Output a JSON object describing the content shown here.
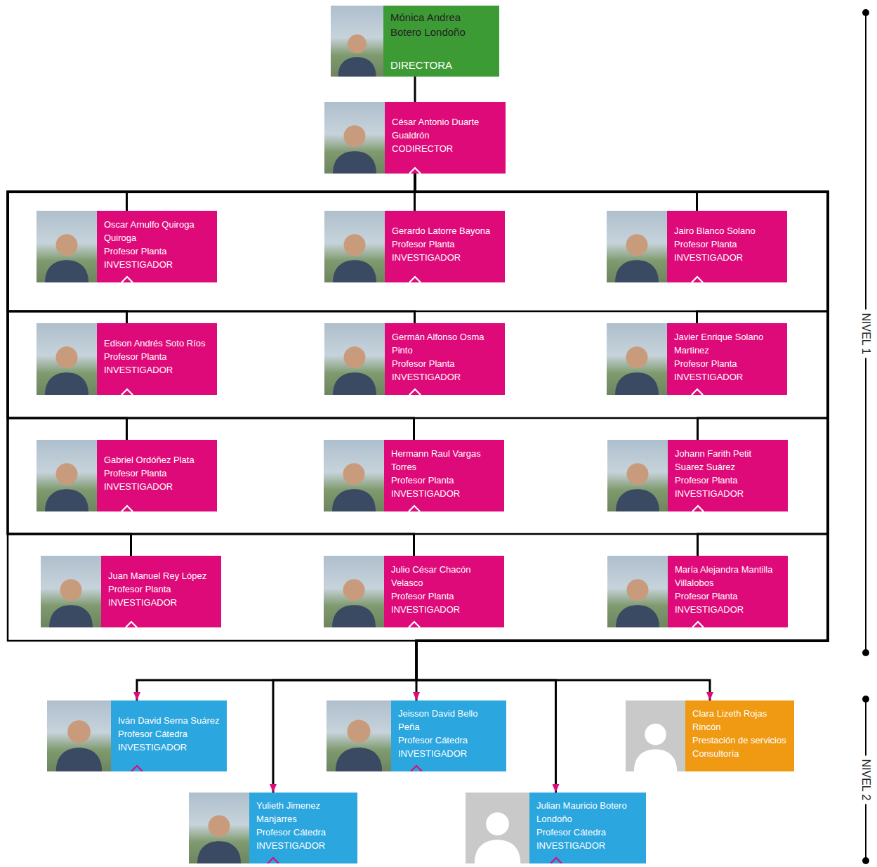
{
  "diagram": {
    "nodes": [
      {
        "text": [
          "Mónica Andrea Botero Londoño",
          "DIRECTORA"
        ]
      },
      {
        "text": [
          "César Antonio Duarte Gualdrón",
          "CODIRECTOR"
        ]
      },
      {
        "text": [
          "Oscar Arnulfo Quiroga Quiroga",
          "Profesor Planta",
          "INVESTIGADOR"
        ]
      },
      {
        "text": [
          "Gerardo Latorre Bayona",
          "Profesor Planta",
          "INVESTIGADOR"
        ]
      },
      {
        "text": [
          "Jairo Blanco Solano",
          "Profesor Planta",
          "INVESTIGADOR"
        ]
      },
      {
        "text": [
          "Edison Andrés Soto Ríos",
          "Profesor Planta",
          "INVESTIGADOR"
        ]
      },
      {
        "text": [
          "Germán Alfonso Osma Pinto",
          "Profesor Planta",
          "INVESTIGADOR"
        ]
      },
      {
        "text": [
          "Javier Enrique Solano Martinez",
          "Profesor Planta",
          "INVESTIGADOR"
        ]
      },
      {
        "text": [
          "Gabriel Ordóñez Plata",
          "Profesor Planta",
          "INVESTIGADOR"
        ]
      },
      {
        "text": [
          "Hermann Raul Vargas Torres",
          "Profesor Planta",
          "INVESTIGADOR"
        ]
      },
      {
        "text": [
          "Johann Farith Petit Suarez Suárez",
          "Profesor Planta",
          "INVESTIGADOR"
        ]
      },
      {
        "text": [
          "Juan Manuel Rey López",
          "Profesor Planta",
          "INVESTIGADOR"
        ]
      },
      {
        "text": [
          "Julio César Chacón Velasco",
          "Profesor Planta",
          "INVESTIGADOR"
        ]
      },
      {
        "text": [
          "María Alejandra Mantilla Villalobos",
          "Profesor Planta",
          "INVESTIGADOR"
        ]
      },
      {
        "text": [
          "Iván David Serna Suárez",
          "Profesor Cátedra",
          "INVESTIGADOR"
        ]
      },
      {
        "text": [
          "Jeisson David Bello Peña",
          "Profesor Cátedra",
          "INVESTIGADOR"
        ]
      },
      {
        "text": [
          "Clara Lizeth Rojas Rincón",
          "Prestación de servicios",
          "Consultoría"
        ]
      },
      {
        "text": [
          "Yulieth Jimenez Manjarres",
          "Profesor Cátedra",
          "INVESTIGADOR"
        ]
      },
      {
        "text": [
          "Julian Mauricio Botero Londoño",
          "Profesor Cátedra",
          "INVESTIGADOR"
        ]
      }
    ],
    "edges": [
      {
        "from": 0,
        "to": 1,
        "arrow": "none"
      },
      {
        "from": 1,
        "to": 2,
        "arrow": "none"
      },
      {
        "from": 1,
        "to": 3,
        "arrow": "none"
      },
      {
        "from": 1,
        "to": 4,
        "arrow": "none"
      },
      {
        "from": 1,
        "to": 5,
        "arrow": "none"
      },
      {
        "from": 1,
        "to": 6,
        "arrow": "none"
      },
      {
        "from": 1,
        "to": 7,
        "arrow": "none"
      },
      {
        "from": 1,
        "to": 8,
        "arrow": "none"
      },
      {
        "from": 1,
        "to": 9,
        "arrow": "none"
      },
      {
        "from": 1,
        "to": 10,
        "arrow": "none"
      },
      {
        "from": 1,
        "to": 11,
        "arrow": "none"
      },
      {
        "from": 1,
        "to": 12,
        "arrow": "none"
      },
      {
        "from": 1,
        "to": 13,
        "arrow": "none"
      },
      {
        "from": 1,
        "to": 14,
        "arrow": "to"
      },
      {
        "from": 1,
        "to": 15,
        "arrow": "to"
      },
      {
        "from": 1,
        "to": 16,
        "arrow": "to"
      },
      {
        "from": 1,
        "to": 17,
        "arrow": "to"
      },
      {
        "from": 1,
        "to": 18,
        "arrow": "to"
      }
    ],
    "labels": [
      "NIVEL 1",
      "NIVEL 2"
    ]
  }
}
